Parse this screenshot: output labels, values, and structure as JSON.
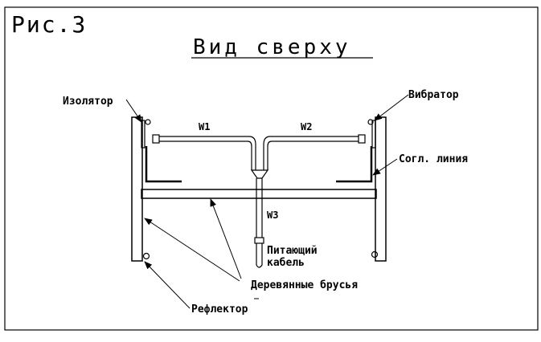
{
  "figure": {
    "number": "Рис.3",
    "heading": "Вид сверху"
  },
  "labels": {
    "insulator": "Изолятор",
    "vibrator": "Вибратор",
    "w1": "W1",
    "w2": "W2",
    "w3": "W3",
    "matching_line": "Согл. линия",
    "feed_cable_line1": "Питающий",
    "feed_cable_line2": "кабель",
    "wooden_beams": "Деревянные брусья",
    "reflector": "Рефлектор"
  }
}
